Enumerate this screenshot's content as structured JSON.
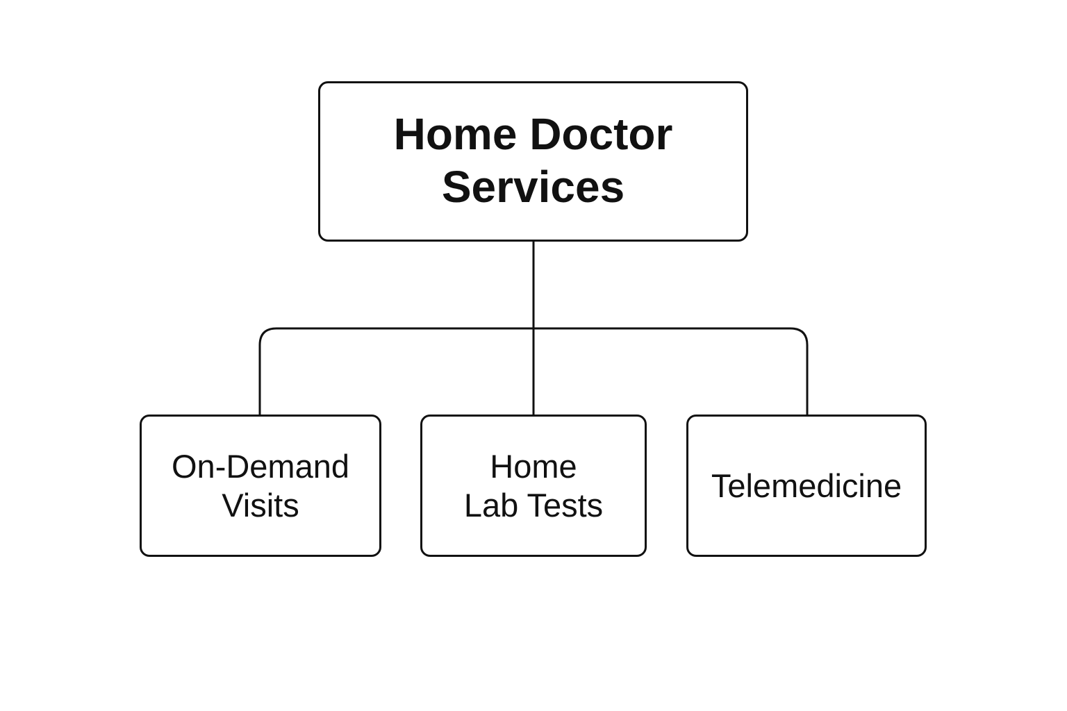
{
  "diagram": {
    "root": {
      "lines": [
        "Home Doctor",
        "Services"
      ]
    },
    "children": [
      {
        "lines": [
          "On-Demand",
          "Visits"
        ]
      },
      {
        "lines": [
          "Home",
          "Lab Tests"
        ]
      },
      {
        "lines": [
          "Telemedicine"
        ]
      }
    ]
  },
  "colors": {
    "stroke": "#111111",
    "background": "#ffffff",
    "text": "#111111"
  }
}
